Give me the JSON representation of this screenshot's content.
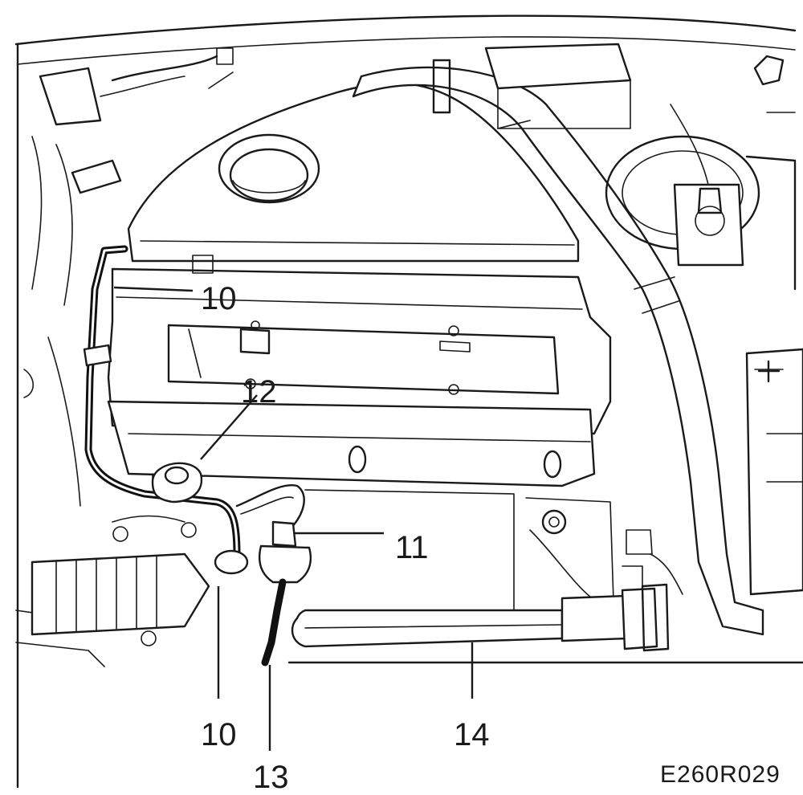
{
  "callouts": {
    "c10_top": "10",
    "c12": "12",
    "c11": "11",
    "c10_bottom": "10",
    "c13": "13",
    "c14": "14"
  },
  "figure_id": "E260R029"
}
